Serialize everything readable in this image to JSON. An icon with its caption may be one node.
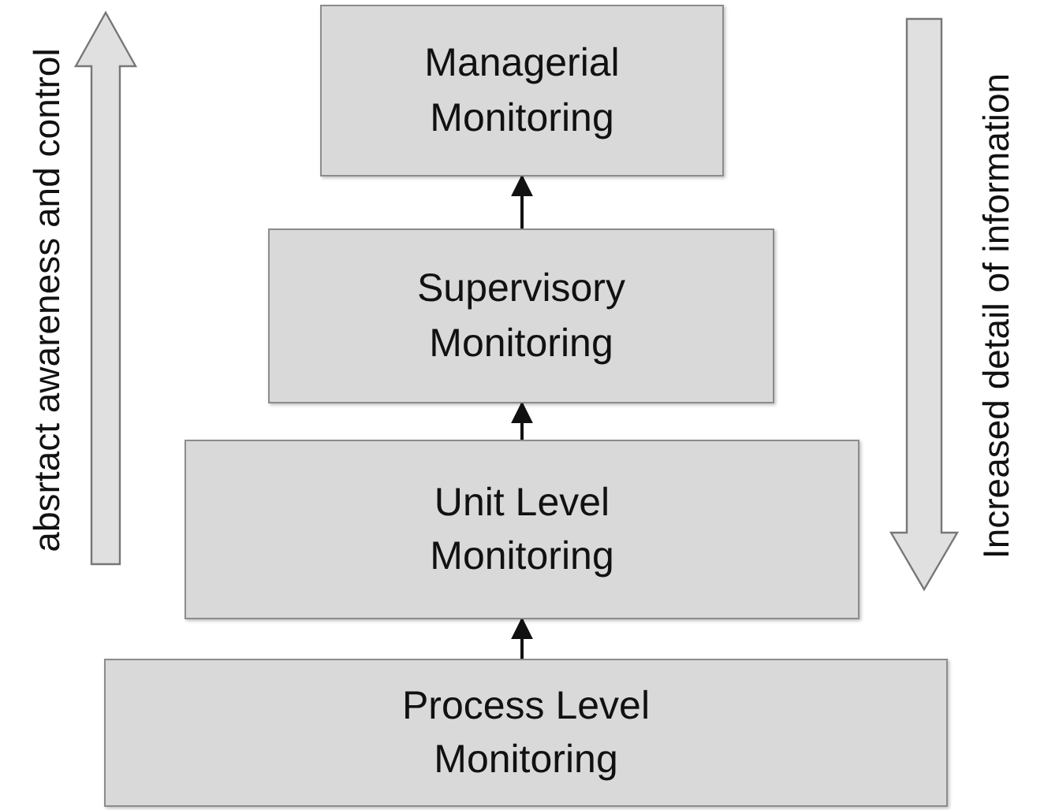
{
  "diagram": {
    "nodes": [
      {
        "text": [
          "Managerial Monitoring"
        ]
      },
      {
        "text": [
          "Supervisory Monitoring"
        ]
      },
      {
        "text": [
          "Unit Level Monitoring"
        ]
      },
      {
        "text": [
          "Process Level Monitoring"
        ]
      }
    ],
    "edges": [
      {
        "from": 3,
        "to": 2,
        "arrow": "to"
      },
      {
        "from": 2,
        "to": 1,
        "arrow": "to"
      },
      {
        "from": 1,
        "to": 0,
        "arrow": "to"
      }
    ],
    "labels": [
      "absrtact awareness and control",
      "Increased detail of information"
    ]
  }
}
